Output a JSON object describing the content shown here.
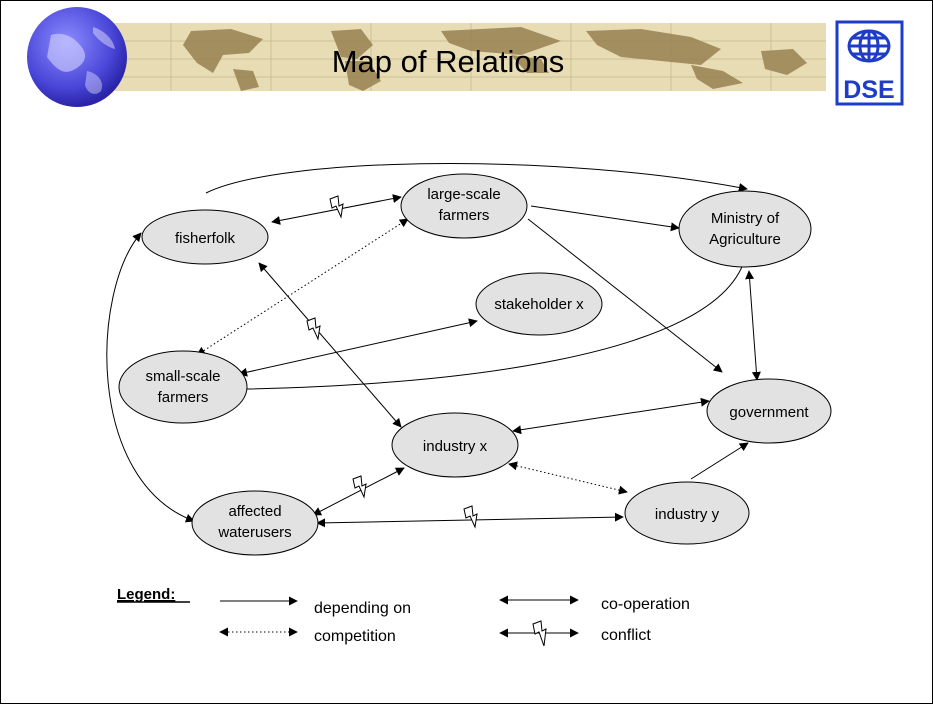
{
  "title": "Map of Relations",
  "logo": {
    "text": "DSE",
    "color": "#1e3cc8"
  },
  "colors": {
    "node_fill": "#e2e2e2",
    "banner": "#e8dcb4",
    "land": "#9c8658",
    "globe": "#4a46d8"
  },
  "nodes": {
    "fisherfolk": [
      "fisherfolk"
    ],
    "large_scale_farmers": [
      "large-scale",
      "farmers"
    ],
    "ministry": [
      "Ministry of",
      "Agriculture"
    ],
    "stakeholder_x": [
      "stakeholder x"
    ],
    "small_scale_farmers": [
      "small-scale",
      "farmers"
    ],
    "government": [
      "government"
    ],
    "industry_x": [
      "industry x"
    ],
    "affected_waterusers": [
      "affected",
      "waterusers"
    ],
    "industry_y": [
      "industry y"
    ]
  },
  "relations": [
    {
      "from": "fisherfolk",
      "to": "ministry",
      "type": "depending on"
    },
    {
      "from": "fisherfolk",
      "to": "large_scale_farmers",
      "type": "conflict"
    },
    {
      "from": "large_scale_farmers",
      "to": "ministry",
      "type": "depending on"
    },
    {
      "from": "large_scale_farmers",
      "to": "government",
      "type": "depending on"
    },
    {
      "from": "small_scale_farmers",
      "to": "large_scale_farmers",
      "type": "competition"
    },
    {
      "from": "fisherfolk",
      "to": "industry_x",
      "type": "conflict"
    },
    {
      "from": "small_scale_farmers",
      "to": "stakeholder_x",
      "type": "co-operation"
    },
    {
      "from": "small_scale_farmers",
      "to": "ministry",
      "type": "depending on"
    },
    {
      "from": "ministry",
      "to": "government",
      "type": "co-operation"
    },
    {
      "from": "industry_x",
      "to": "government",
      "type": "co-operation"
    },
    {
      "from": "industry_x",
      "to": "industry_y",
      "type": "competition"
    },
    {
      "from": "industry_y",
      "to": "government",
      "type": "depending on"
    },
    {
      "from": "affected_waterusers",
      "to": "industry_x",
      "type": "conflict"
    },
    {
      "from": "affected_waterusers",
      "to": "industry_y",
      "type": "conflict"
    },
    {
      "from": "fisherfolk",
      "to": "affected_waterusers",
      "type": "co-operation"
    }
  ],
  "legend": {
    "title": "Legend:",
    "items": {
      "depending_on": "depending on",
      "competition": "competition",
      "cooperation": "co-operation",
      "conflict": "conflict"
    }
  }
}
